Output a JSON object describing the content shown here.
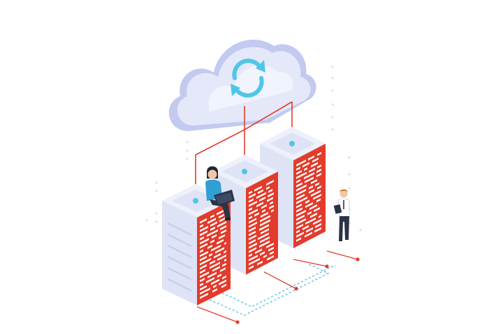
{
  "illustration": {
    "subject": "",
    "elements": {
      "cloud": {
        "icon": "sync-icon"
      },
      "servers": [
        {
          "id": "left"
        },
        {
          "id": "middle"
        },
        {
          "id": "right"
        }
      ],
      "people": [
        {
          "id": "woman-with-laptop"
        },
        {
          "id": "man-with-tablet"
        }
      ]
    },
    "colors": {
      "cloud_light": "#eef0fc",
      "cloud_mid": "#d9ddf6",
      "cloud_dark": "#c3c9ef",
      "sync_arrow": "#4fc6e8",
      "server_top": "#eef0fb",
      "server_left": "#dfe3f6",
      "server_right": "#e23c2c",
      "server_stripe": "#ffffff",
      "connector_red": "#e23c2c",
      "connector_blue": "#52b9e4",
      "floor_dot": "#d3d7ea",
      "woman_top": "#2f9fd4",
      "laptop": "#2b3447",
      "man_shirt": "#ffffff",
      "man_pants": "#2b3447"
    }
  }
}
